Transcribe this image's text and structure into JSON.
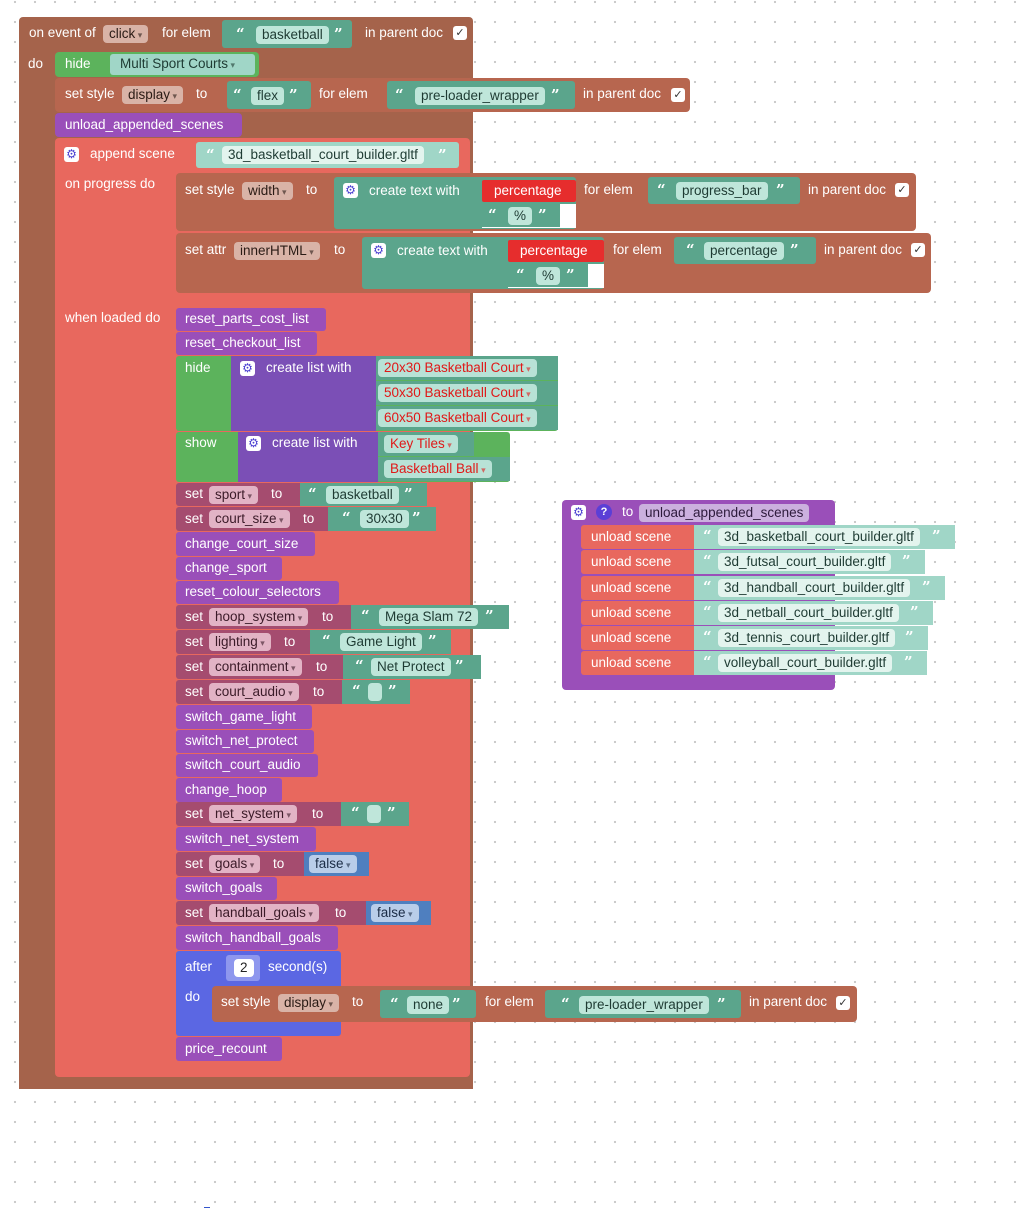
{
  "event": {
    "prefix": "on event of",
    "event": "click",
    "for_elem": "for elem",
    "elem": "basketball",
    "in_parent": "in parent doc",
    "do": "do"
  },
  "hide1": {
    "label": "hide",
    "target": "Multi Sport Courts"
  },
  "setstyle1": {
    "label": "set style",
    "prop": "display",
    "to": "to",
    "value": "flex",
    "for_elem": "for elem",
    "elem": "pre-loader_wrapper",
    "in_parent": "in parent doc"
  },
  "unload_call": "unload_appended_scenes",
  "append": {
    "label": "append scene",
    "file": "3d_basketball_court_builder.gltf",
    "on_progress": "on progress do",
    "when_loaded": "when loaded do"
  },
  "progress": {
    "s1": {
      "label": "set style",
      "prop": "width",
      "to": "to",
      "create": "create text with",
      "var": "percentage",
      "pct": "%",
      "for_elem": "for elem",
      "elem": "progress_bar",
      "in_parent": "in parent doc"
    },
    "s2": {
      "label": "set attr",
      "prop": "innerHTML",
      "to": "to",
      "create": "create text with",
      "var": "percentage",
      "pct": "%",
      "for_elem": "for elem",
      "elem": "percentage",
      "in_parent": "in parent doc"
    }
  },
  "loaded": {
    "reset_parts": "reset_parts_cost_list",
    "reset_checkout": "reset_checkout_list",
    "hide": {
      "label": "hide",
      "create": "create list with",
      "items": [
        "20x30 Basketball Court",
        "50x30 Basketball Court",
        "60x50 Basketball Court"
      ]
    },
    "show": {
      "label": "show",
      "create": "create list with",
      "items": [
        "Key Tiles",
        "Basketball Ball"
      ]
    },
    "set": "set",
    "to": "to",
    "sport": {
      "var": "sport",
      "value": "basketball"
    },
    "court_size": {
      "var": "court_size",
      "value": "30x30"
    },
    "change_court_size": "change_court_size",
    "change_sport": "change_sport",
    "reset_colour": "reset_colour_selectors",
    "hoop": {
      "var": "hoop_system",
      "value": "Mega Slam 72"
    },
    "lighting": {
      "var": "lighting",
      "value": "Game Light"
    },
    "containment": {
      "var": "containment",
      "value": "Net Protect"
    },
    "court_audio": {
      "var": "court_audio",
      "value": ""
    },
    "switch_game_light": "switch_game_light",
    "switch_net_protect": "switch_net_protect",
    "switch_court_audio": "switch_court_audio",
    "change_hoop": "change_hoop",
    "net_system": {
      "var": "net_system",
      "value": ""
    },
    "switch_net_system": "switch_net_system",
    "goals": {
      "var": "goals",
      "value": "false"
    },
    "switch_goals": "switch_goals",
    "handball_goals": {
      "var": "handball_goals",
      "value": "false"
    },
    "switch_handball_goals": "switch_handball_goals",
    "after": {
      "label": "after",
      "seconds": "2",
      "unit": "second(s)",
      "do": "do"
    },
    "setstyle2": {
      "label": "set style",
      "prop": "display",
      "to": "to",
      "value": "none",
      "for_elem": "for elem",
      "elem": "pre-loader_wrapper",
      "in_parent": "in parent doc"
    },
    "price_recount": "price_recount"
  },
  "func": {
    "to": "to",
    "name": "unload_appended_scenes",
    "unload_label": "unload scene",
    "scenes": [
      "3d_basketball_court_builder.gltf",
      "3d_futsal_court_builder.gltf",
      "3d_handball_court_builder.gltf",
      "3d_netball_court_builder.gltf",
      "3d_tennis_court_builder.gltf",
      "volleyball_court_builder.gltf"
    ]
  },
  "icons": {
    "gear": "gear-icon",
    "check": "checkbox-icon",
    "help": "help-icon",
    "quote": "quote-icon"
  },
  "colors": {
    "event": "#a5634b",
    "loop": "#e8685e",
    "text": "#5ba58c",
    "procedure": "#9a4fb9",
    "variable": "#a54c6f",
    "list": "#7b4fb6",
    "timer": "#5b67e3",
    "logic": "#4f7fbf",
    "ui": "#5cb35c"
  }
}
